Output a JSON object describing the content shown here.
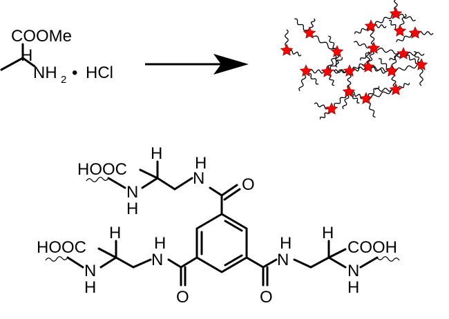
{
  "reactant": {
    "ester_label": "COOMe",
    "h_label": "H",
    "amine_label": "NH",
    "subscript_2": "2",
    "salt_dot": "•",
    "hcl_label": "HCl"
  },
  "network": {
    "node_color": "#ff0000",
    "node_count": 19
  },
  "polymer": {
    "left_upper_acid": "HOOC",
    "left_upper_h": "H",
    "left_upper_nh_n": "N",
    "left_upper_nh_h": "H",
    "left_upper_amide_h": "H",
    "left_upper_amide_n": "N",
    "left_upper_carbonyl_o": "O",
    "left_lower_acid": "HOOC",
    "left_lower_h": "H",
    "left_lower_nh_n": "N",
    "left_lower_nh_h": "H",
    "left_lower_amide_h": "H",
    "left_lower_amide_n": "N",
    "left_lower_carbonyl_o": "O",
    "right_carbonyl_o": "O",
    "right_amide_h": "H",
    "right_amide_n": "N",
    "right_h": "H",
    "right_acid": "COOH",
    "right_nh_n": "N",
    "right_nh_h": "H"
  }
}
